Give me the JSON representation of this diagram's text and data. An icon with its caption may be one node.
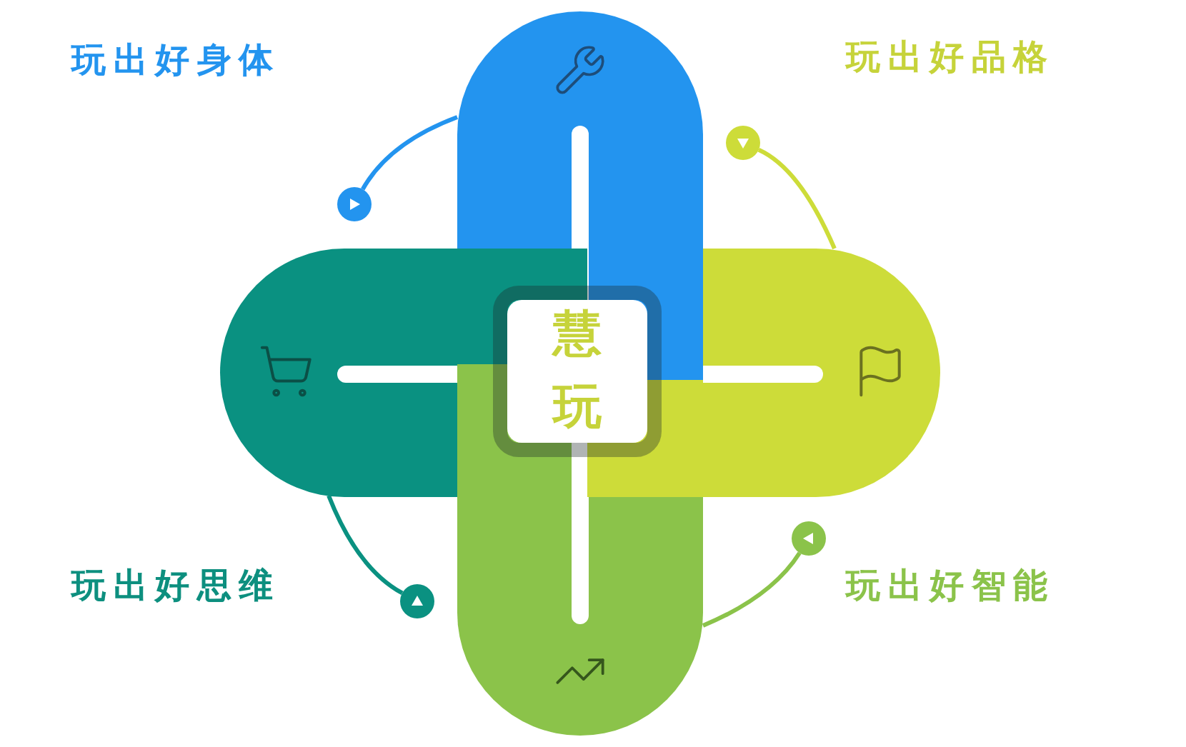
{
  "diagram": {
    "nodes": [
      {
        "text": [
          "慧玩"
        ]
      },
      {
        "text": [],
        "shape": "bar"
      },
      {
        "text": [],
        "shape": "bar"
      },
      {
        "text": [],
        "shape": "bar"
      },
      {
        "text": [],
        "shape": "bar"
      },
      {
        "text": [],
        "shape": "circle"
      },
      {
        "text": [],
        "shape": "circle"
      },
      {
        "text": [],
        "shape": "circle"
      },
      {
        "text": [],
        "shape": "circle"
      }
    ],
    "edges": [
      {
        "from": 1,
        "to": 5,
        "arrow": "none",
        "color": "#2394ef"
      },
      {
        "from": 3,
        "to": 6,
        "arrow": "none",
        "color": "#cddc39"
      },
      {
        "from": 2,
        "to": 7,
        "arrow": "none",
        "color": "#0a9181"
      },
      {
        "from": 4,
        "to": 8,
        "arrow": "none",
        "color": "#8bc34a"
      }
    ],
    "labels": [
      "玩出好身体",
      "玩出好品格",
      "玩出好思维",
      "玩出好智能"
    ]
  }
}
